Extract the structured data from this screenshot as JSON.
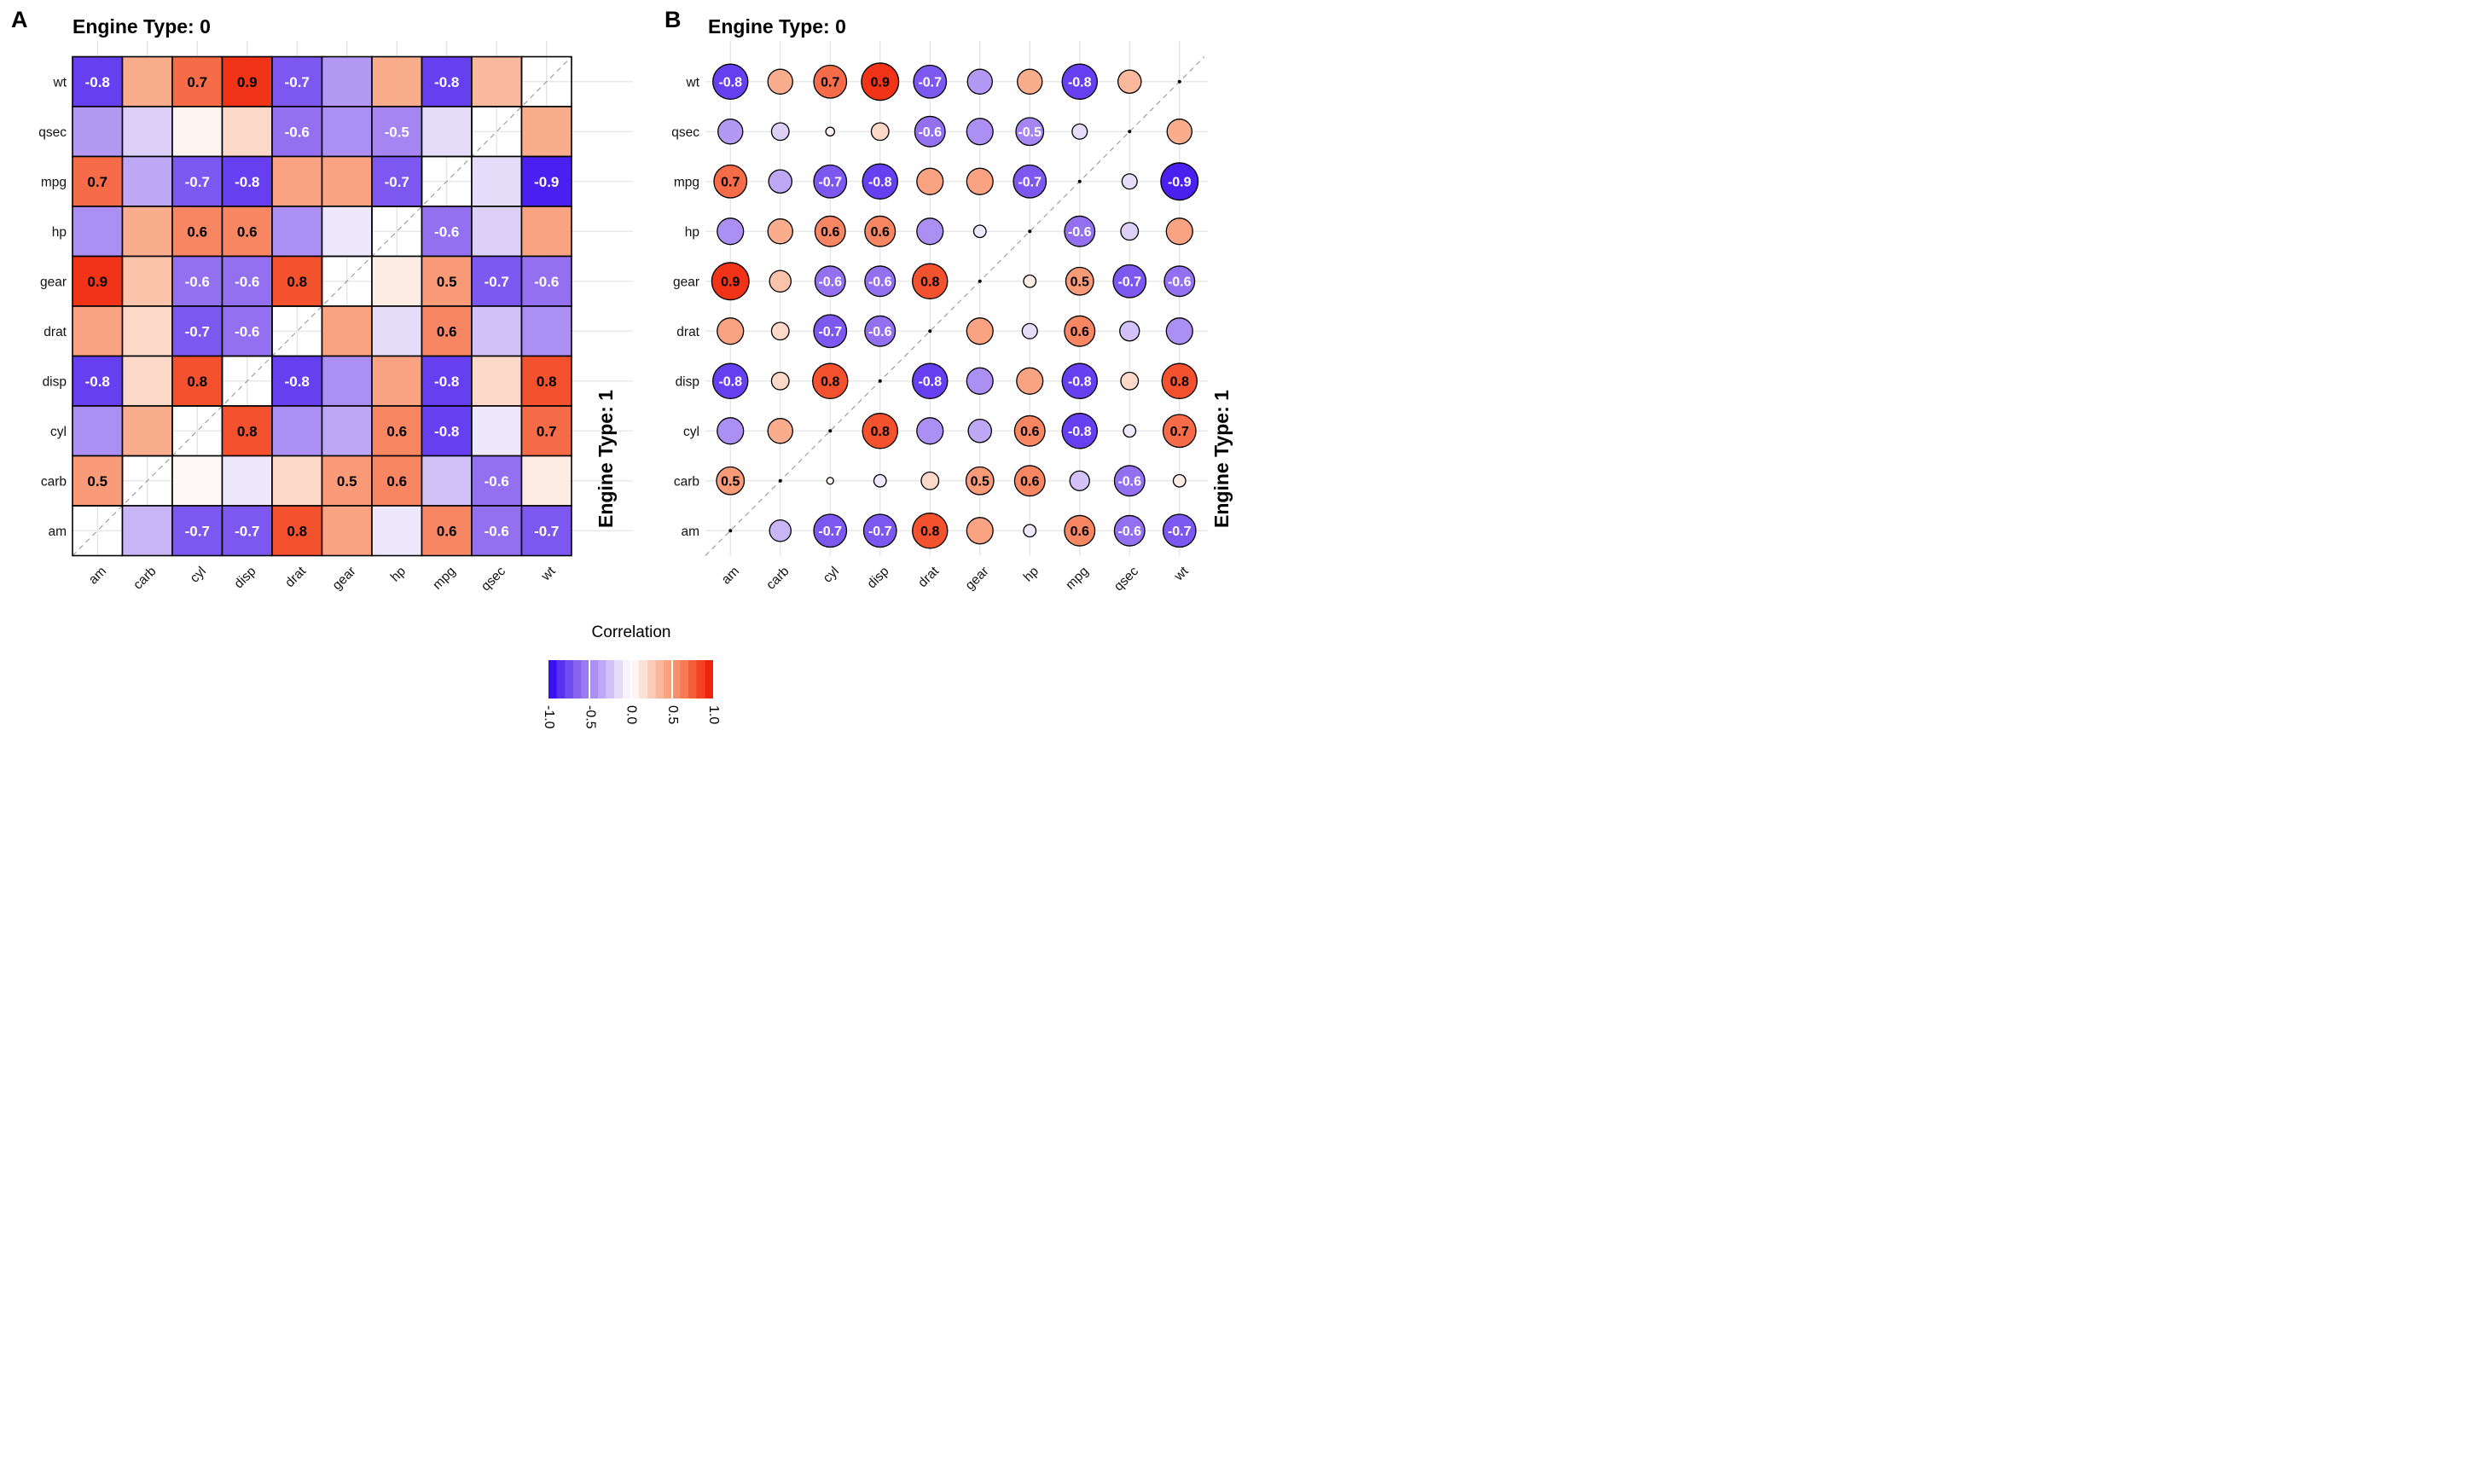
{
  "figure": {
    "panel_a": {
      "letter": "A",
      "title": "Engine Type: 0",
      "side_label": "Engine Type: 1"
    },
    "panel_b": {
      "letter": "B",
      "title": "Engine Type: 0",
      "side_label": "Engine Type: 1"
    },
    "legend": {
      "title": "Correlation",
      "tick_labels": [
        "-1.0",
        "-0.5",
        "0.0",
        "0.5",
        "1.0"
      ],
      "tick_values": [
        -1,
        -0.5,
        0,
        0.5,
        1
      ],
      "min": -1,
      "max": 1
    }
  },
  "chart_data": {
    "type": "heatmap",
    "panel_a_style": "colored-tiles",
    "panel_b_style": "sized-circles",
    "upper_left_triangle_group": "Engine Type: 0",
    "lower_right_triangle_group": "Engine Type: 1",
    "x_labels": [
      "am",
      "carb",
      "cyl",
      "disp",
      "drat",
      "gear",
      "hp",
      "mpg",
      "qsec",
      "wt"
    ],
    "y_labels": [
      "wt",
      "qsec",
      "mpg",
      "hp",
      "gear",
      "drat",
      "disp",
      "cyl",
      "carb",
      "am"
    ],
    "label_threshold": 0.5,
    "matrix": [
      [
        -0.8,
        0.4,
        0.7,
        0.9,
        -0.7,
        -0.4,
        0.4,
        -0.8,
        0.35,
        null
      ],
      [
        -0.4,
        -0.2,
        0.05,
        0.2,
        -0.6,
        -0.45,
        -0.5,
        -0.15,
        null,
        0.4
      ],
      [
        0.7,
        -0.35,
        -0.7,
        -0.8,
        0.45,
        0.45,
        -0.7,
        null,
        -0.15,
        -0.9
      ],
      [
        -0.45,
        0.4,
        0.6,
        0.6,
        -0.45,
        -0.1,
        null,
        -0.6,
        -0.2,
        0.45
      ],
      [
        0.9,
        0.3,
        -0.6,
        -0.6,
        0.8,
        null,
        0.1,
        0.5,
        -0.7,
        -0.6
      ],
      [
        0.45,
        0.2,
        -0.7,
        -0.6,
        null,
        0.45,
        -0.15,
        0.6,
        -0.25,
        -0.45
      ],
      [
        -0.8,
        0.2,
        0.8,
        null,
        -0.8,
        -0.45,
        0.45,
        -0.8,
        0.2,
        0.8
      ],
      [
        -0.45,
        0.4,
        null,
        0.8,
        -0.45,
        -0.35,
        0.6,
        -0.8,
        -0.1,
        0.7
      ],
      [
        0.5,
        null,
        0.03,
        -0.1,
        0.2,
        0.5,
        0.6,
        -0.25,
        -0.6,
        0.1
      ],
      [
        null,
        -0.3,
        -0.7,
        -0.7,
        0.8,
        0.45,
        -0.1,
        0.6,
        -0.6,
        -0.7
      ]
    ],
    "colors": {
      "negative_stops": [
        [
          0,
          "#FFFFFF"
        ],
        [
          0.2,
          "#DCD0F8"
        ],
        [
          0.4,
          "#B499F4"
        ],
        [
          0.6,
          "#9370F0"
        ],
        [
          0.8,
          "#6640F0"
        ],
        [
          1,
          "#2B00F0"
        ]
      ],
      "positive_stops": [
        [
          0,
          "#FFFFFF"
        ],
        [
          0.2,
          "#FBD8C7"
        ],
        [
          0.4,
          "#FAAD8D"
        ],
        [
          0.6,
          "#F88663"
        ],
        [
          0.8,
          "#F4512E"
        ],
        [
          1,
          "#EE1500"
        ]
      ],
      "tile_border": "#000000",
      "circle_border": "#000000",
      "gridline": "#E4E4E4",
      "diagonal_line": "#909090",
      "diagonal_dot": "#000000",
      "label_on_negative": "#FFFFFF",
      "label_on_positive": "#000000",
      "axis_text": "#111111"
    }
  }
}
